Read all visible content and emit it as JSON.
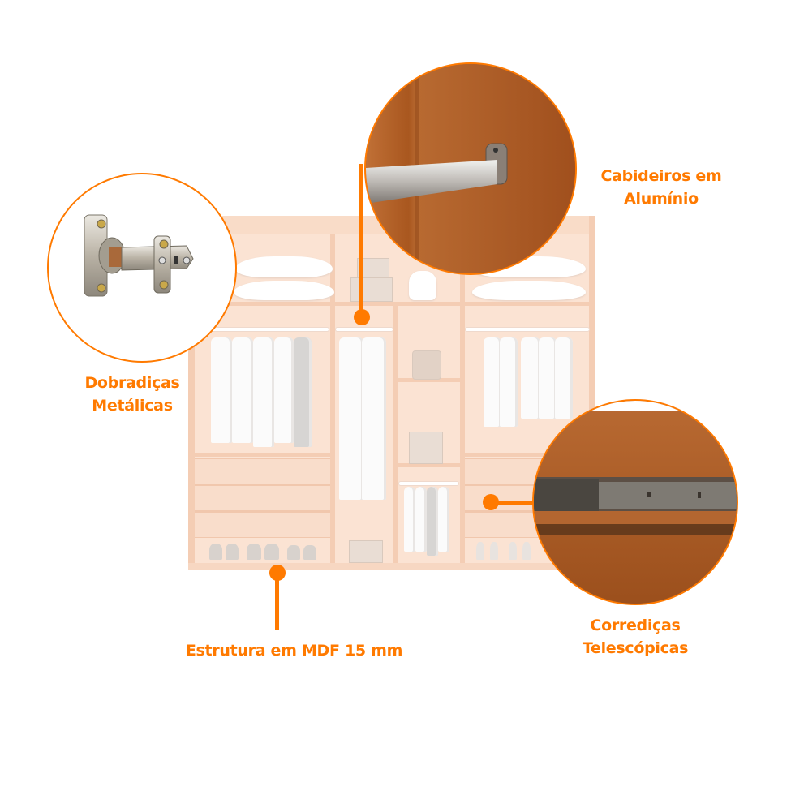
{
  "accent_color": "#FF7A00",
  "product": {
    "name": "wardrobe-illustration",
    "colors": {
      "wardrobe": "#FBE3D3",
      "wood": "#B5612A",
      "accent": "#FF7A00"
    }
  },
  "callouts": [
    {
      "id": "hinges",
      "icon": "hinge-icon",
      "line1": "Dobradiças",
      "line2": "Metálicas"
    },
    {
      "id": "rods",
      "icon": "aluminum-rod-icon",
      "line1": "Cabideiros em",
      "line2": "Alumínio"
    },
    {
      "id": "structure",
      "icon": "mdf-structure-icon",
      "line1": "Estrutura em MDF 15 mm",
      "line2": ""
    },
    {
      "id": "slides",
      "icon": "telescopic-slide-icon",
      "line1": "Corrediças",
      "line2": "Telescópicas"
    }
  ]
}
